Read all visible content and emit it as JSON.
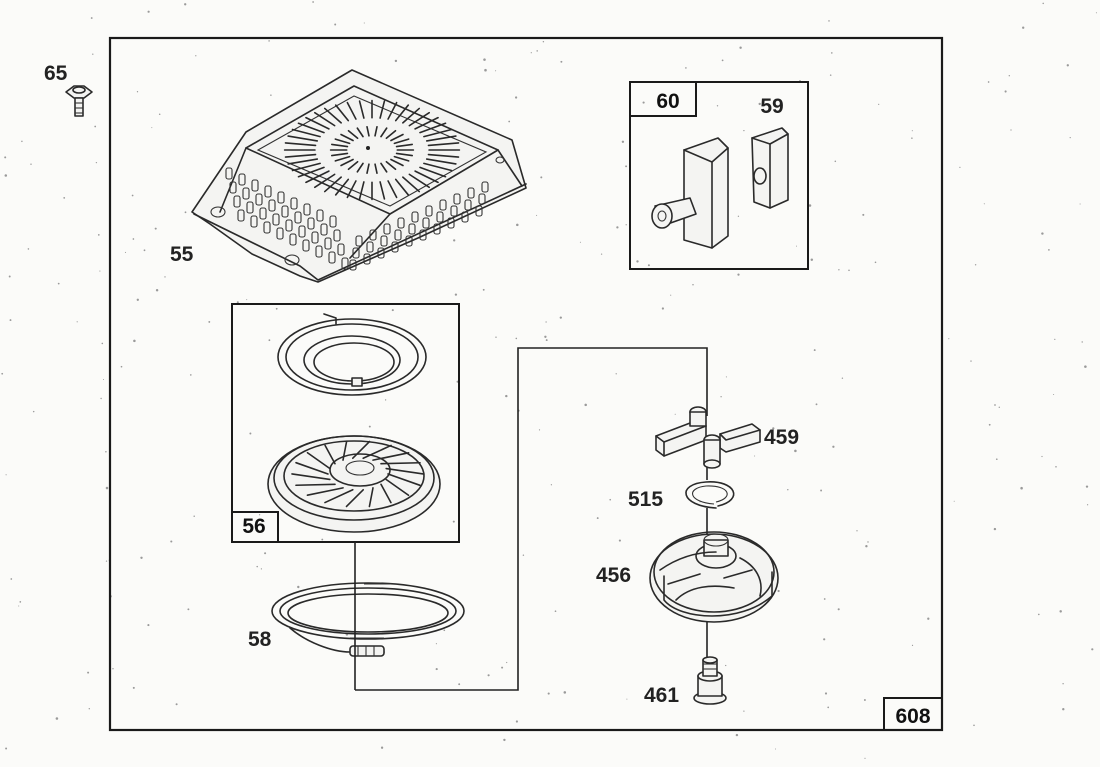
{
  "diagram_id": "608",
  "parts": {
    "p65": "65",
    "p55": "55",
    "p60": "60",
    "p59": "59",
    "p56": "56",
    "p58": "58",
    "p459": "459",
    "p515": "515",
    "p456": "456",
    "p461": "461"
  }
}
